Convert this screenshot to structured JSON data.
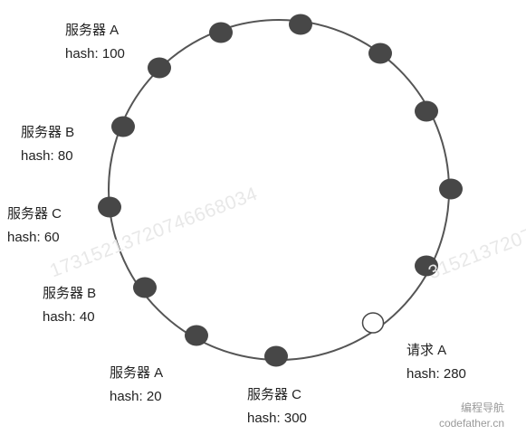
{
  "nodes": [
    {
      "name": "服务器 A",
      "hash": "hash: 100"
    },
    {
      "name": "服务器 B",
      "hash": "hash: 80"
    },
    {
      "name": "服务器 C",
      "hash": "hash: 60"
    },
    {
      "name": "服务器 B",
      "hash": "hash: 40"
    },
    {
      "name": "服务器 A",
      "hash": "hash: 20"
    },
    {
      "name": "服务器 C",
      "hash": "hash: 300"
    }
  ],
  "request": {
    "name": "请求 A",
    "hash": "hash: 280"
  },
  "watermarks": {
    "left": "17315213720746668034",
    "right": "3152137207"
  },
  "corner_mark": {
    "line1": "编程导航",
    "line2": "codefather.cn"
  },
  "colors": {
    "ring": "#555555",
    "filled_node": "#474747",
    "request_node_fill": "#ffffff",
    "request_node_stroke": "#474747"
  }
}
